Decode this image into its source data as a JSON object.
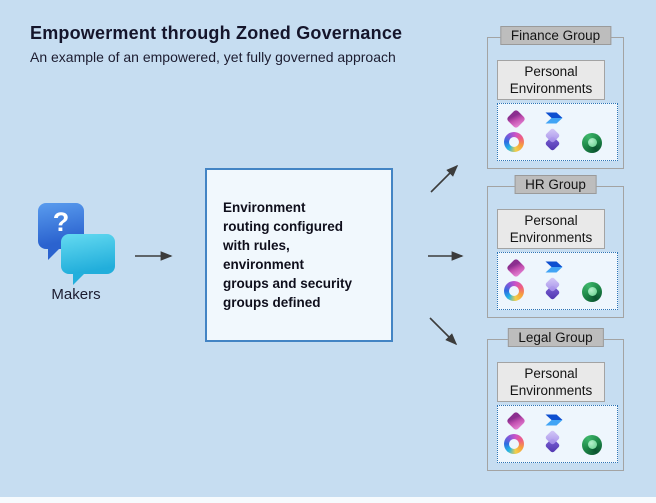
{
  "header": {
    "title": "Empowerment through Zoned Governance",
    "subtitle": "An example of an empowered, yet fully governed approach"
  },
  "makers": {
    "label": "Makers",
    "bubble_text": "?"
  },
  "routing_box": {
    "text": "Environment\nrouting configured\nwith rules,\nenvironment\ngroups and security\ngroups defined"
  },
  "groups": [
    {
      "label": "Finance Group",
      "environments_label": "Personal Environments",
      "icons": [
        "power-apps",
        "power-automate",
        "copilot",
        "copilot-studio",
        "power-pages"
      ]
    },
    {
      "label": "HR Group",
      "environments_label": "Personal Environments",
      "icons": [
        "power-apps",
        "power-automate",
        "copilot",
        "copilot-studio",
        "power-pages"
      ]
    },
    {
      "label": "Legal Group",
      "environments_label": "Personal Environments",
      "icons": [
        "power-apps",
        "power-automate",
        "copilot",
        "copilot-studio",
        "power-pages"
      ]
    }
  ],
  "colors": {
    "background": "#c6ddf1",
    "routing_box_border": "#4384c4",
    "routing_box_fill": "#f1f8fd",
    "group_border": "#a3a3a3",
    "group_label_fill": "#bdbdbd",
    "environments_fill": "#e9e9e9",
    "dotted_border": "#2e75b6",
    "dotted_fill": "#eef6fd",
    "arrow": "#3c3c3c",
    "maker_bubble_blue": "#2b63cf",
    "maker_bubble_cyan": "#23afdc"
  }
}
